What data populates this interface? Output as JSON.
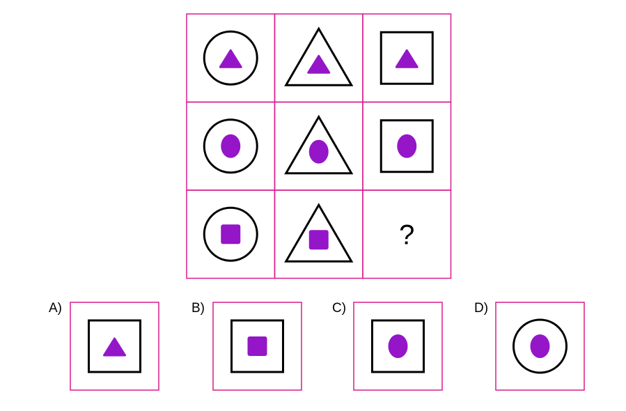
{
  "colors": {
    "border": "#d81b8c",
    "fill": "#9416c8",
    "outline": "#000000"
  },
  "grid": [
    [
      {
        "outer": "circle",
        "inner": "triangle"
      },
      {
        "outer": "triangle",
        "inner": "triangle"
      },
      {
        "outer": "square",
        "inner": "triangle"
      }
    ],
    [
      {
        "outer": "circle",
        "inner": "ellipse"
      },
      {
        "outer": "triangle",
        "inner": "ellipse"
      },
      {
        "outer": "square",
        "inner": "ellipse"
      }
    ],
    [
      {
        "outer": "circle",
        "inner": "square"
      },
      {
        "outer": "triangle",
        "inner": "square"
      },
      {
        "missing": true,
        "text": "?"
      }
    ]
  ],
  "options": [
    {
      "label": "A)",
      "outer": "square",
      "inner": "triangle"
    },
    {
      "label": "B)",
      "outer": "square",
      "inner": "square"
    },
    {
      "label": "C)",
      "outer": "square",
      "inner": "ellipse"
    },
    {
      "label": "D)",
      "outer": "circle",
      "inner": "ellipse"
    }
  ]
}
